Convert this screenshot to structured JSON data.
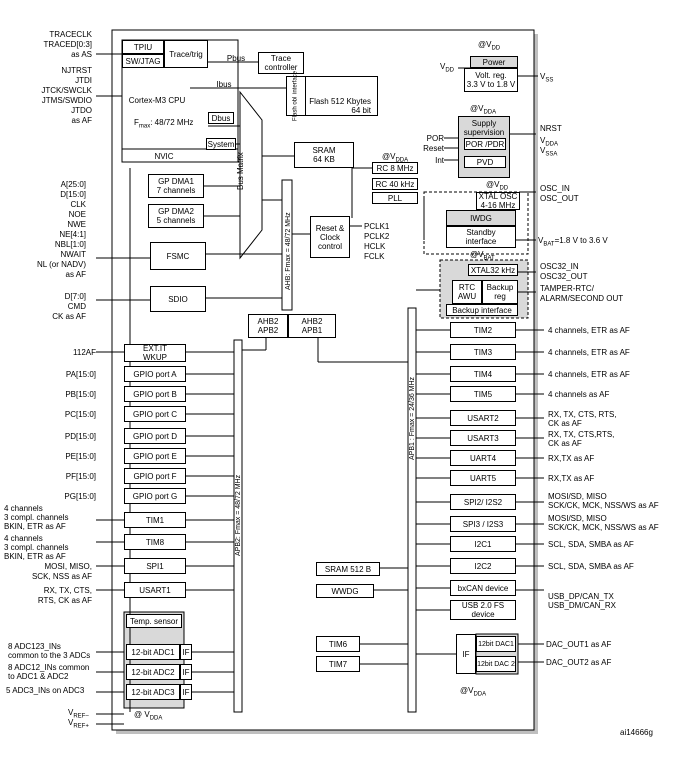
{
  "left_signals": {
    "trace": [
      "TRACECLK",
      "TRACED[0:3]",
      "as AS"
    ],
    "jtag": [
      "NJTRST",
      "JTDI",
      "JTCK/SWCLK",
      "JTMS/SWDIO",
      "JTDO",
      "as AF"
    ],
    "fsmc": [
      "A[25:0]",
      "D[15:0]",
      "CLK",
      "NOE",
      "NWE",
      "NE[4:1]",
      "NBL[1:0]",
      "NWAIT",
      "NL (or NADV)",
      "as AF"
    ],
    "sdio": [
      "D[7:0]",
      "CMD",
      "CK as AF"
    ],
    "af112": "112AF",
    "gpio_ports": [
      "PA[15:0]",
      "PB[15:0]",
      "PC[15:0]",
      "PD[15:0]",
      "PE[15:0]",
      "PF[15:0]",
      "PG[15:0]"
    ],
    "tim1": [
      "4 channels",
      "3 compl. channels",
      "BKIN, ETR as AF"
    ],
    "tim8": [
      "4 channels",
      "3 compl. channels",
      "BKIN, ETR as AF"
    ],
    "spi1": [
      "MOSI, MISO,",
      "SCK, NSS as AF"
    ],
    "usart1": [
      "RX, TX, CTS,",
      "RTS, CK as AF"
    ],
    "adc1": [
      "8 ADC123_INs",
      "common to the 3 ADCs"
    ],
    "adc2": [
      "8 ADC12_INs common",
      "to ADC1 & ADC2"
    ],
    "adc3": "5 ADC3_INs on ADC3",
    "vref_minus": "V",
    "vref_minus_sub": "REF–",
    "vref_plus": "V",
    "vref_plus_sub": "REF+"
  },
  "core": {
    "tpiu": "TPIU",
    "trace_trig": "Trace/trig",
    "swjtag": "SW/JTAG",
    "cpu": "Cortex-M3 CPU",
    "fmax": "F",
    "fmax_sub": "max",
    "fmax_val": ": 48/72 MHz",
    "ibus": "Ibus",
    "dbus": "Dbus",
    "system": "System",
    "nvic": "NVIC",
    "pbus": "Pbus",
    "trace_controller": [
      "Trace",
      "controller"
    ],
    "flash_obl": "Flash obl",
    "interface": "interface",
    "flash": [
      "Flash 512 Kbytes",
      "64 bit"
    ],
    "bus_matrix": "Bus Matrix",
    "sram64": [
      "SRAM",
      "64 KB"
    ],
    "gpdma1": [
      "GP DMA1",
      "7 channels"
    ],
    "gpdma2": [
      "GP DMA2",
      "5 channels"
    ],
    "fsmc": "FSMC",
    "sdio": "SDIO",
    "ahb_label": "AHB: Fmax = 48/72 MHz",
    "ahb2apb2": [
      "AHB2",
      "APB2"
    ],
    "ahb2apb1": [
      "AHB2",
      "APB1"
    ],
    "apb2_label": "APB2: Fmax = 48/72 MHz",
    "apb1_label": "APB1 : Fmax = 24/36 MHz"
  },
  "clock": {
    "vdda_at": "@V",
    "vdda_sub": "DDA",
    "rc8": "RC 8 MHz",
    "rc40": "RC 40 kHz",
    "pll": "PLL",
    "reset_clock": [
      "Reset &",
      "Clock",
      "control"
    ],
    "outputs": [
      "PCLK1",
      "PCLK2",
      "HCLK",
      "FCLK"
    ]
  },
  "power": {
    "vdd_at": "@V",
    "vdd_sub": "DD",
    "vdd_in": "V",
    "vdd_in_sub": "DD",
    "power_title": "Power",
    "volt_reg": [
      "Volt. reg.",
      "3.3 V to 1.8 V"
    ],
    "vss": "V",
    "vss_sub": "SS",
    "supply_at": "@V",
    "supply_sub": "DDA",
    "supply": [
      "Supply",
      "supervision"
    ],
    "por_pdr": "POR /PDR",
    "pvd": "PVD",
    "por": "POR",
    "reset": "Reset",
    "int": "Int",
    "right_sup": [
      "NRST",
      "V",
      "V"
    ],
    "right_sup_sub": [
      "",
      "DDA",
      "SSA"
    ],
    "xtal_at": "@V",
    "xtal_sub": "DD",
    "xtal_osc": [
      "XTAL OSC",
      "4-16 MHz"
    ],
    "osc_pins": [
      "OSC_IN",
      "OSC_OUT"
    ],
    "iwdg": "IWDG",
    "standby": [
      "Standby",
      "interface"
    ],
    "vbat_range": "=1.8 V to 3.6 V",
    "vbat_v": "V",
    "vbat_sub": "BAT",
    "vbat_at": "@V",
    "vbat_at_sub": "BAT",
    "xtal32": "XTAL32 kHz",
    "osc32": [
      "OSC32_IN",
      "OSC32_OUT"
    ],
    "rtc": [
      "RTC",
      "AWU"
    ],
    "backup_reg": [
      "Backup",
      "reg"
    ],
    "backup_if": "Backup interface",
    "tamper": [
      "TAMPER-RTC/",
      "ALARM/SECOND OUT"
    ]
  },
  "left_periph": {
    "extit": [
      "EXT.IT",
      "WKUP"
    ],
    "gpio": [
      "GPIO port A",
      "GPIO port B",
      "GPIO port C",
      "GPIO port D",
      "GPIO port E",
      "GPIO port F",
      "GPIO port G"
    ],
    "tim1": "TIM1",
    "tim8": "TIM8",
    "spi1": "SPI1",
    "usart1": "USART1",
    "temp": "Temp. sensor",
    "adcs": [
      "12-bit ADC1",
      "12-bit ADC2",
      "12-bit ADC3"
    ],
    "if": "IF",
    "adc_vdda": "@ V",
    "adc_vdda_sub": "DDA"
  },
  "right_periph": {
    "blocks": [
      "TIM2",
      "TIM3",
      "TIM4",
      "TIM5",
      "USART2",
      "USART3",
      "UART4",
      "UART5",
      "SPI2/ I2S2",
      "SPI3 / I2S3",
      "I2C1",
      "I2C2",
      "bxCAN device",
      "USB 2.0 FS\ndevice"
    ],
    "signals": [
      "4 channels, ETR as AF",
      "4 channels, ETR as AF",
      "4 channels, ETR as AF",
      "4 channels as AF",
      "RX, TX, CTS, RTS,|CK as AF",
      "RX, TX, CTS,RTS,|CK as AF",
      "RX,TX as AF",
      "RX,TX as AF",
      "MOSI/SD, MISO|SCK/CK, MCK, NSS/WS as AF",
      "MOSI/SD, MISO|SCK/CK, MCK, NSS/WS as AF",
      "SCL, SDA, SMBA as AF",
      "SCL, SDA, SMBA as AF",
      "USB_DP/CAN_TX|USB_DM/CAN_RX"
    ],
    "sram512": "SRAM 512 B",
    "wwdg": "WWDG",
    "tim6": "TIM6",
    "tim7": "TIM7",
    "dac1": "12bit DAC1",
    "dac2": "12bit DAC 2",
    "dac_if": "IF",
    "dac_out": [
      "DAC_OUT1 as AF",
      "DAC_OUT2 as AF"
    ],
    "dac_vdda": "@V",
    "dac_vdda_sub": "DDA"
  },
  "footer_id": "ai14666g"
}
